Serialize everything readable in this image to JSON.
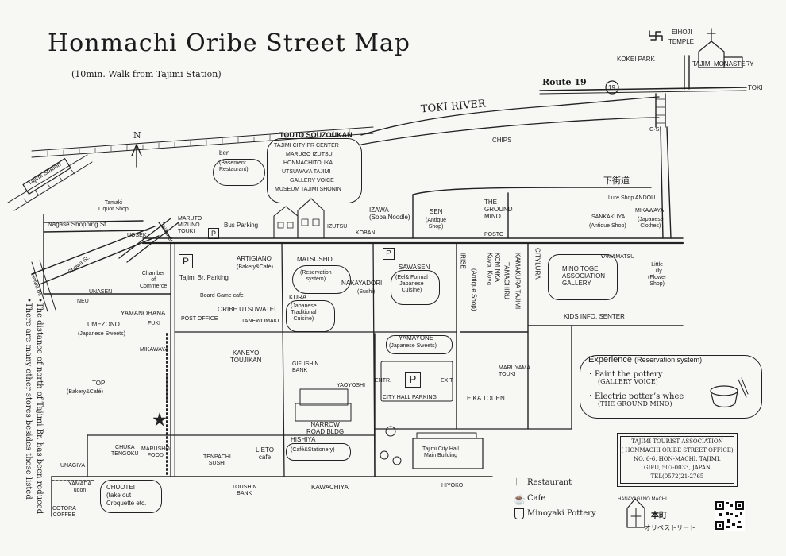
{
  "title": "Honmachi Oribe Street Map",
  "subtitle": "(10min. Walk from Tajimi Station)",
  "north": "N",
  "top_right": {
    "eihoji": "EIHOJI",
    "temple": "TEMPLE",
    "kokei_park": "KOKEI PARK",
    "monastery": "TAJIMI MONASTERY",
    "route": "Route 19",
    "route_no": "19",
    "toki": "TOKI"
  },
  "river": "TOKI RIVER",
  "gs": "G·S",
  "kanji_road": "下街道",
  "station": "Tajimi Station",
  "streets": {
    "nagase": "Nagase Shopping St.",
    "tajimi_br": "Tajimi Br.",
    "showa_st": "Showa St.",
    "heiwa_br": "Heiwa Br."
  },
  "places": {
    "tamaki": "Tamaki\nLiquor Shop",
    "uosek": "UOSEK",
    "maruto": "MARUTO\nMIZUNO\nTOUKI",
    "bus_parking": "Bus Parking",
    "ben": "ben",
    "ben_sub": "(Basement\nRestaurant)",
    "touto_title": "TOUTO SOUZOUKAN",
    "touto_items": [
      "TAJIMI CITY PR CENTER",
      "MARUGO IZUTSU",
      "HONMACHITOUKA",
      "UTSUWAYA TAJIMI",
      "GALLERY VOICE",
      "MUSEUM TAJIMI SHONIN"
    ],
    "izutsu": "IZUTSU",
    "koban": "KOBAN",
    "izawa": "IZAWA\n(Soba Noodle)",
    "sen": "SEN",
    "sen_sub": "(Antique\nShop)",
    "ground_mino": "THE\nGROUND\nMINO",
    "posto": "POSTO",
    "chips": "CHIPS",
    "lure_shop": "Lure Shop ANDOU",
    "sankakuya": "SANKAKUYA",
    "sankakuya_sub": "(Antique Shop)",
    "mikawaya_r": "MIKAWAYA",
    "mikawaya_r_sub": "(Japanese\nClothes)",
    "yamamatsu": "YAMAMATSU",
    "little_lilly": "Little\nLilly\n(Flower\nShop)",
    "mino_togei": "MINO TOGEI\nASSOCIATION\nGALLERY",
    "kids_info": "KIDS INFO. SENTER",
    "chamber": "Chamber\nof\nCommerce",
    "tajimi_parking": "Tajimi Br. Parking",
    "artigiano": "ARTIGIANO",
    "artigiano_sub": "(Bakery&Café)",
    "board_game": "Board  Game cafe",
    "oribe_utsuwatei": "ORIBE UTSUWATEI",
    "tanewomaki": "TANEWOMAKI",
    "post_office": "POST OFFICE",
    "matsusho": "MATSUSHO",
    "matsusho_sub": "(Reservation\nsystem)",
    "kura": "KURA",
    "kura_sub": "(Japanese\nTraditional\nCuisine)",
    "nakayadori": "NAKAYADORI",
    "nakayadori_sub": "(Sushi)",
    "sawasen": "SAWASEN",
    "sawasen_sub": "(Eel& Formal\nJapanese\nCuisine)",
    "irise": "IRISE",
    "irise_sub": "(Antique Shop)",
    "kominka": "KOMINKA\nKoya  Koya",
    "kamakura": "KAMAKURA TAJIMI",
    "tamachiru": "TAMACHIRU",
    "citylura": "CITYLURA",
    "unasen": "UNASEN",
    "neu": "NEU",
    "yamanohana": "YAMANOHANA",
    "fuki": "FUKI",
    "umezono": "UMEZONO",
    "umezono_sub": "(Japanese Sweets)",
    "mikawaya": "MIKAWAYA",
    "kaneyo": "KANEYO\nTOUJIKAN",
    "gifushin": "GIFUSHIN\nBANK",
    "yaoyoshi": "YAOYOSHI",
    "yamayone": "YAMAYONE",
    "yamayone_sub": "(Japanese Sweets)",
    "entr": "ENTR.",
    "exit": "EXIT",
    "city_hall_parking": "CITY HALL PARKING",
    "eika_touen": "EIKA TOUEN",
    "maruyama": "MARUYAMA\nTOUKI",
    "narrow_road": "NARROW\nROAD BLDG",
    "hishiya": "HISHIYA",
    "hishiya_sub": "(Café&Stationery)",
    "top": "TOP",
    "top_sub": "(Bakery&Café)",
    "chuka": "CHUKA\nTENGOKU",
    "marusho": "MARUSHO\nFOOD",
    "tenpachi": "TENPACHI\nSUSHI",
    "lieto": "LIETO\ncafe",
    "toushin": "TOUSHIN\nBANK",
    "kawachiya": "KAWACHIYA",
    "hiyoko": "HIYOKO",
    "city_hall": "Tajimi City Hall\nMain Building",
    "unagiya": "UNAGIYA",
    "yamada": "YAMADA\nudon",
    "chuotei": "CHUOTEI\n(take out\nCroquette etc.",
    "cotora": "COTORA\nCOFFEE"
  },
  "note": [
    "•The distance of north of Tajimi Br. has been reduced",
    "•There are many other stores besides those listed"
  ],
  "experience": {
    "title": "Experience",
    "title_sub": "(Reservation system)",
    "items": [
      "・Paint the pottery",
      "(GALLERY VOICE)",
      "・Electric potter’s whee",
      "(THE GROUND MINO)"
    ]
  },
  "tourist_office": [
    "TAJIMI TOURIST ASSOCIATION",
    "( HONMACHI ORIBE STREET OFFICE)",
    "NO. 6-6, HON-MACHI, TAJIMI,",
    "GIFU, 507-0033, JAPAN",
    "TEL(0572)21-2765"
  ],
  "legend": {
    "restaurant": "Restaurant",
    "cafe": "Cafe",
    "pottery": "Minoyaki Pottery"
  },
  "logo": {
    "tag": "HANAYAGI NO MACHI",
    "name": "本町",
    "sub": "オリベストリート"
  },
  "icon_names": [
    "north-arrow-icon",
    "restaurant-icon",
    "cafe-icon",
    "pottery-icon",
    "parking-icon",
    "temple-icon",
    "church-icon",
    "bus-icon",
    "toilet-icon",
    "qr-code-icon"
  ]
}
